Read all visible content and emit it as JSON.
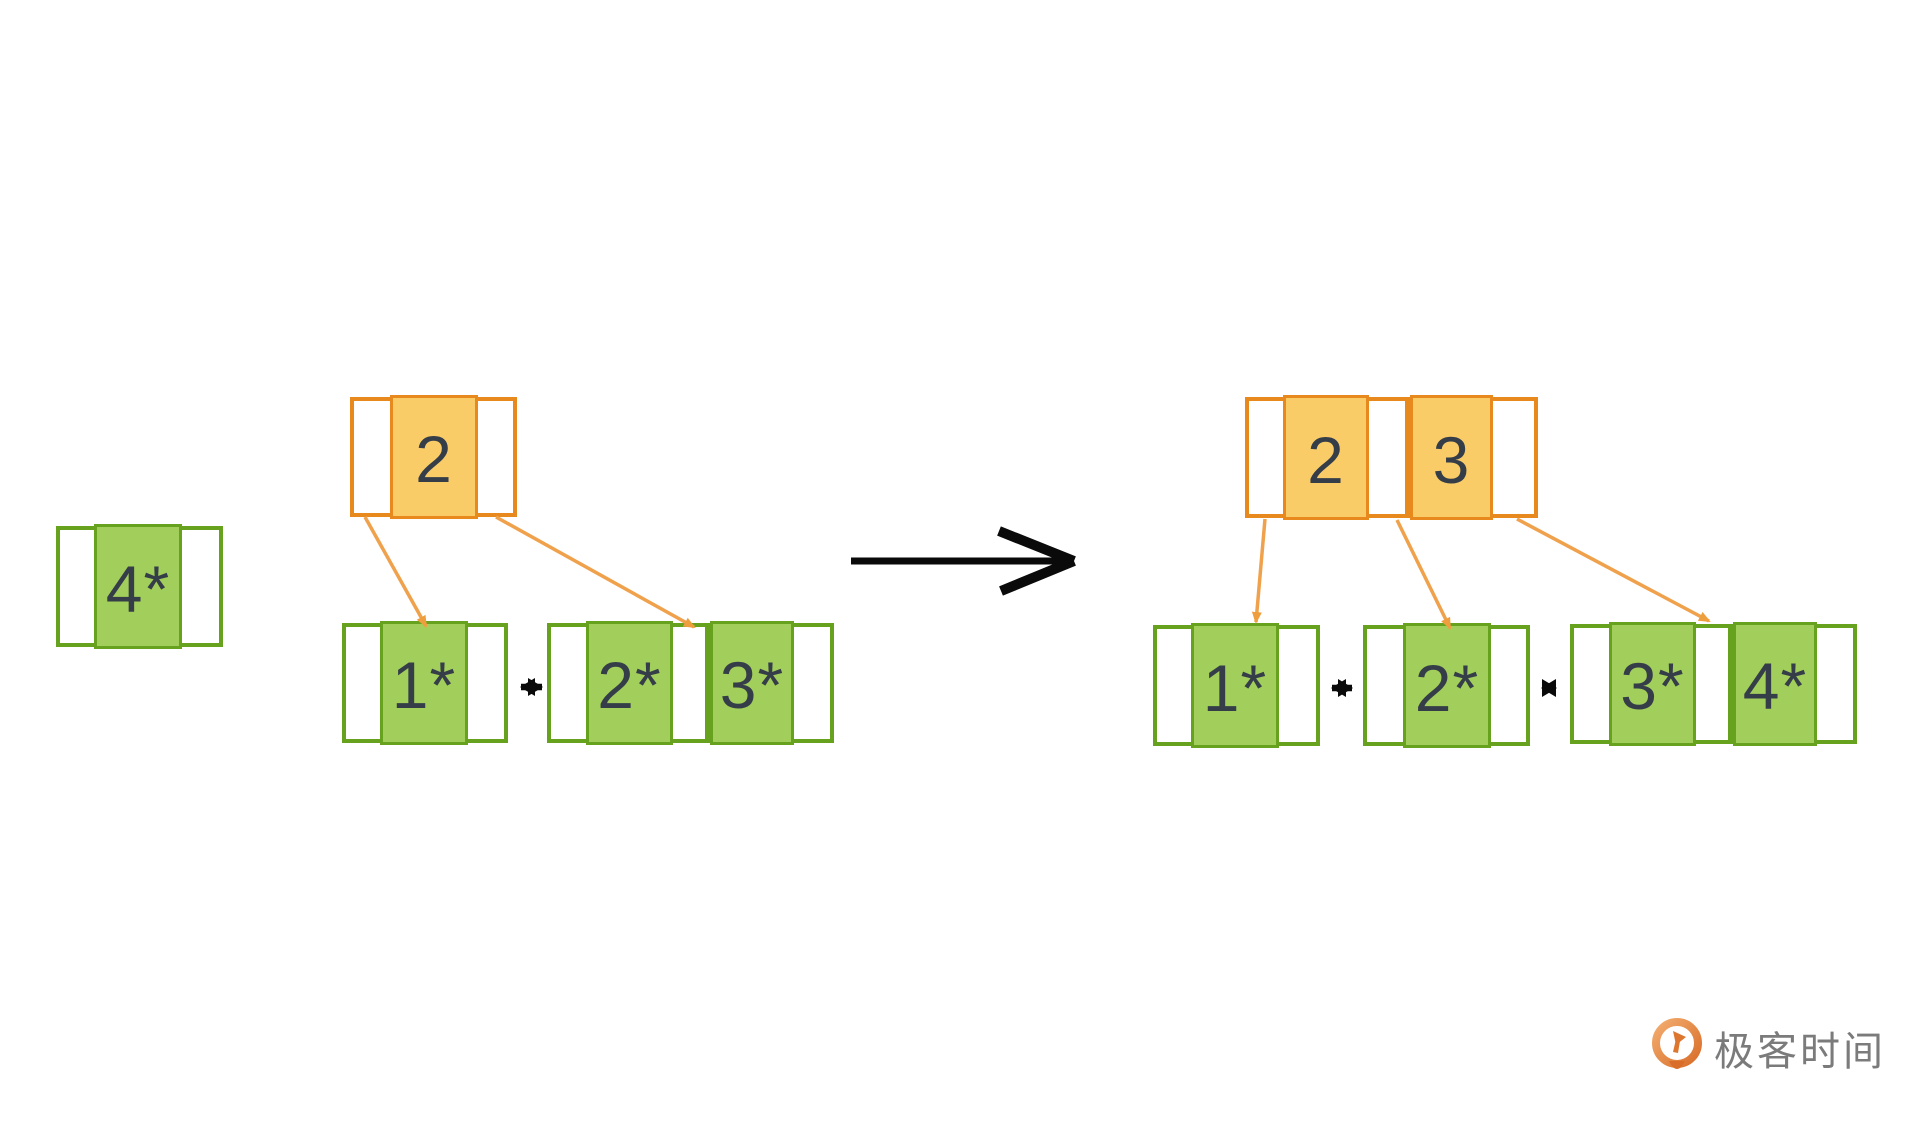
{
  "colors": {
    "orange_border": "#E7891D",
    "orange_fill": "#FACC68",
    "orange_connector": "#F0A14C",
    "green_border": "#66A21E",
    "green_fill": "#A2CF5B",
    "key_text": "#353E48",
    "arrow_black": "#0A0A0A",
    "logo_orange": "#DD7730",
    "logo_text_gray": "#7B7B7B",
    "background": "#FFFFFF"
  },
  "diagram": {
    "standalone_node": {
      "key": "4*"
    },
    "before_tree": {
      "root": {
        "key": "2"
      },
      "left_leaf": {
        "key": "1*"
      },
      "right_leaf": {
        "key1": "2*",
        "key2": "3*"
      }
    },
    "after_tree": {
      "root": {
        "key1": "2",
        "key2": "3"
      },
      "leaf1": {
        "key": "1*"
      },
      "leaf2": {
        "key": "2*"
      },
      "leaf3": {
        "key1": "3*",
        "key2": "4*"
      }
    }
  },
  "logo": {
    "brand": "极客时间"
  }
}
